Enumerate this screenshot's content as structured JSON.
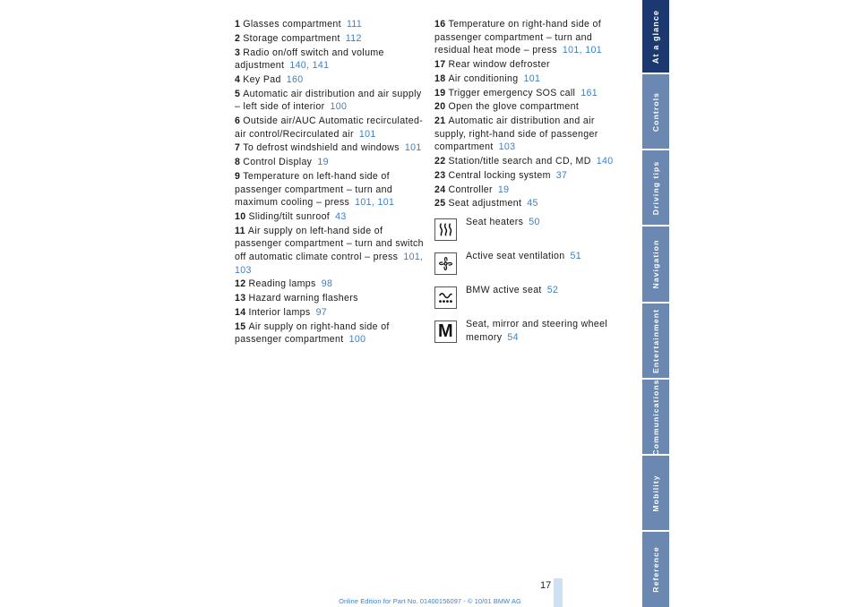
{
  "left_column": [
    {
      "num": "1",
      "text": "Glasses compartment",
      "refs": [
        "111"
      ]
    },
    {
      "num": "2",
      "text": "Storage compartment",
      "refs": [
        "112"
      ]
    },
    {
      "num": "3",
      "text": "Radio on/off switch and volume adjustment",
      "refs": [
        "140",
        "141"
      ]
    },
    {
      "num": "4",
      "text": "Key Pad",
      "refs": [
        "160"
      ]
    },
    {
      "num": "5",
      "text": "Automatic air distribution and air supply – left side of interior",
      "refs": [
        "100"
      ]
    },
    {
      "num": "6",
      "text": "Outside air/AUC Automatic recirculated-air control/Recirculated air",
      "refs": [
        "101"
      ]
    },
    {
      "num": "7",
      "text": "To defrost windshield and windows",
      "refs": [
        "101"
      ]
    },
    {
      "num": "8",
      "text": "Control Display",
      "refs": [
        "19"
      ]
    },
    {
      "num": "9",
      "text": "Temperature on left-hand side of passenger compartment – turn and maximum cooling – press",
      "refs": [
        "101",
        "101"
      ]
    },
    {
      "num": "10",
      "text": "Sliding/tilt sunroof",
      "refs": [
        "43"
      ]
    },
    {
      "num": "11",
      "text": "Air supply on left-hand side of passenger compartment – turn and switch off automatic climate control – press",
      "refs": [
        "101",
        "103"
      ]
    },
    {
      "num": "12",
      "text": "Reading lamps",
      "refs": [
        "98"
      ]
    },
    {
      "num": "13",
      "text": "Hazard warning flashers",
      "refs": []
    },
    {
      "num": "14",
      "text": "Interior lamps",
      "refs": [
        "97"
      ]
    },
    {
      "num": "15",
      "text": "Air supply on right-hand side of passenger compartment",
      "refs": [
        "100"
      ]
    }
  ],
  "right_column": [
    {
      "num": "16",
      "text": "Temperature on right-hand side of passenger compartment – turn and residual heat mode – press",
      "refs": [
        "101",
        "101"
      ]
    },
    {
      "num": "17",
      "text": "Rear window defroster",
      "refs": []
    },
    {
      "num": "18",
      "text": "Air conditioning",
      "refs": [
        "101"
      ]
    },
    {
      "num": "19",
      "text": "Trigger emergency SOS call",
      "refs": [
        "161"
      ]
    },
    {
      "num": "20",
      "text": "Open the glove compartment",
      "refs": []
    },
    {
      "num": "21",
      "text": "Automatic air distribution and air supply, right-hand side of passenger compartment",
      "refs": [
        "103"
      ]
    },
    {
      "num": "22",
      "text": "Station/title search and CD, MD",
      "refs": [
        "140"
      ]
    },
    {
      "num": "23",
      "text": "Central locking system",
      "refs": [
        "37"
      ]
    },
    {
      "num": "24",
      "text": "Controller",
      "refs": [
        "19"
      ]
    },
    {
      "num": "25",
      "text": "Seat adjustment",
      "refs": [
        "45"
      ]
    }
  ],
  "seat_items": [
    {
      "icon": "seat-heater-icon",
      "text": "Seat heaters",
      "refs": [
        "50"
      ]
    },
    {
      "icon": "seat-ventilation-fan-icon",
      "text": "Active seat ventilation",
      "refs": [
        "51"
      ]
    },
    {
      "icon": "active-seat-icon",
      "text": "BMW active seat",
      "refs": [
        "52"
      ]
    },
    {
      "icon": "memory-m-icon",
      "glyph": "M",
      "text": "Seat, mirror and steering wheel memory",
      "refs": [
        "54"
      ]
    }
  ],
  "page_number": "17",
  "footer": {
    "part1": "Online Edition for Part No. 01400156097",
    "part2": " - © 10/01 BMW AG"
  },
  "side_tabs": [
    {
      "label": "At a glance",
      "active": true
    },
    {
      "label": "Controls",
      "active": false
    },
    {
      "label": "Driving tips",
      "active": false
    },
    {
      "label": "Navigation",
      "active": false
    },
    {
      "label": "Entertainment",
      "active": false
    },
    {
      "label": "Communications",
      "active": false
    },
    {
      "label": "Mobility",
      "active": false
    },
    {
      "label": "Reference",
      "active": false
    }
  ],
  "colors": {
    "link": "#3a80c8",
    "tab_active": "#1c3870",
    "tab_inactive": "#6b88b2"
  }
}
